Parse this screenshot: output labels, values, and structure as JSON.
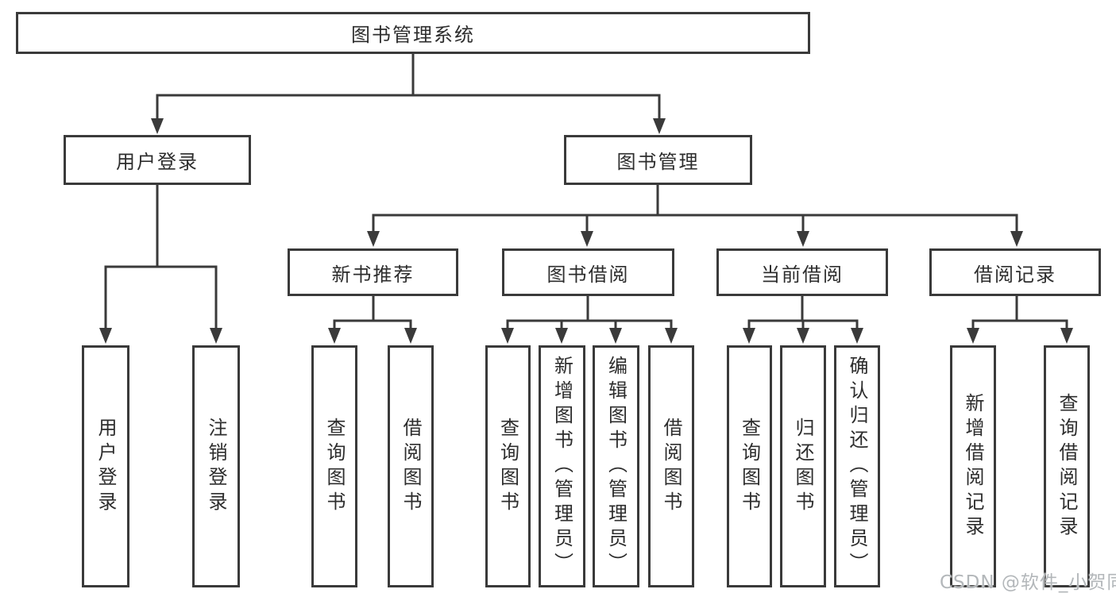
{
  "diagram": {
    "root": {
      "label": "图书管理系统"
    },
    "level2": {
      "user_login": {
        "label": "用户登录"
      },
      "book_management": {
        "label": "图书管理"
      }
    },
    "level3": {
      "new_books": {
        "label": "新书推荐"
      },
      "book_borrowing": {
        "label": "图书借阅"
      },
      "current_borrowing": {
        "label": "当前借阅"
      },
      "borrowing_records": {
        "label": "借阅记录"
      }
    },
    "leaves": {
      "user_login": [
        "用户登录",
        "注销登录"
      ],
      "new_books": [
        "查询图书",
        "借阅图书"
      ],
      "book_borrowing": [
        "查询图书",
        "新增图书（管理员）",
        "编辑图书（管理员）",
        "借阅图书"
      ],
      "current_borrowing": [
        "查询图书",
        "归还图书",
        "确认归还（管理员）"
      ],
      "borrowing_records": [
        "新增借阅记录",
        "查询借阅记录"
      ]
    }
  },
  "watermark": "CSDN @软件_小贺同学",
  "colors": {
    "line": "#3a3a3a",
    "box_background": "#ffffff",
    "text": "#2d2d2d",
    "watermark": "#b3b7ba"
  }
}
